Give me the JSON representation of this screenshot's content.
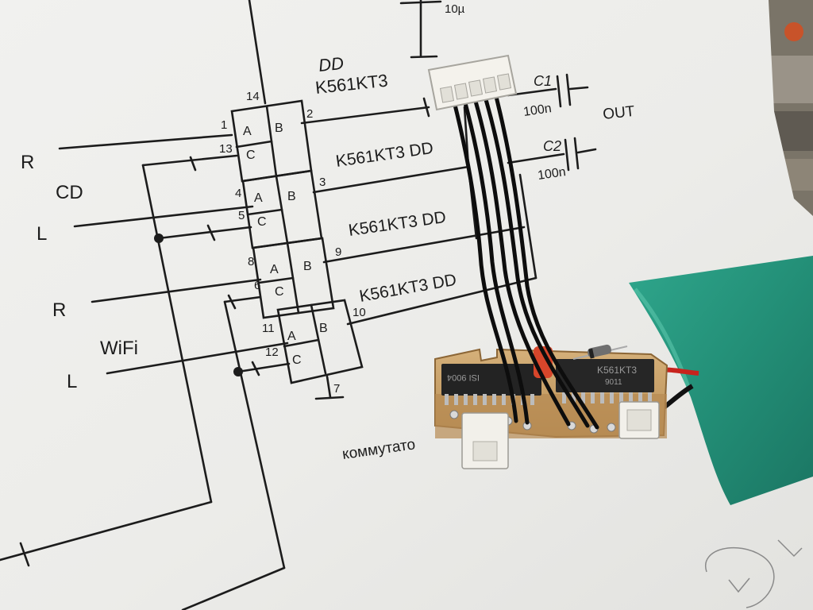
{
  "schematic": {
    "chips": [
      {
        "pin_in": "1",
        "pin_ctrl": "13",
        "pin_out": "2",
        "a": "A",
        "c": "C",
        "b": "B"
      },
      {
        "pin_in": "4",
        "pin_ctrl": "5",
        "pin_out": "3",
        "a": "A",
        "c": "C",
        "b": "B"
      },
      {
        "pin_in": "8",
        "pin_ctrl": "6",
        "pin_out": "9",
        "a": "A",
        "c": "C",
        "b": "B"
      },
      {
        "pin_in": "11",
        "pin_ctrl": "12",
        "pin_out": "10",
        "a": "A",
        "c": "C",
        "b": "B"
      }
    ],
    "pin_vdd": "14",
    "pin_gnd": "7",
    "dd_label": "DD",
    "chip_name": "K561KT3",
    "chip_labels": [
      "K561KT3  DD",
      "K561KT3 DD",
      "K561KT3 DD"
    ],
    "inputs": {
      "cd_label": "CD",
      "cd_r": "R",
      "cd_l": "L",
      "wifi_label": "WiFi",
      "wifi_r": "R",
      "wifi_l": "L"
    },
    "cap_top": "10µ",
    "c1_name": "C1",
    "c1_value": "100n",
    "c2_name": "C2",
    "c2_value": "100n",
    "out_label": "OUT",
    "switch_caption": "коммутато"
  },
  "board": {
    "ic_left_marking": "ISI 9004",
    "ic_right_marking": "K561KT3",
    "ic_right_code": "9011"
  },
  "colors": {
    "paper": "#eeeeec",
    "ink": "#1c1c1c",
    "pcb": "#c8a064",
    "chip": "#232323",
    "sleeve": "#2a9a82",
    "connector": "#f2f0ea",
    "wire": "#0d0d0d"
  }
}
